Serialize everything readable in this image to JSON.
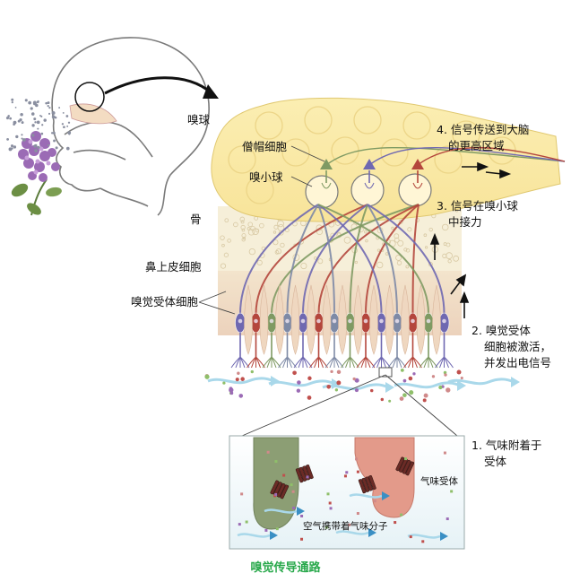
{
  "labels": {
    "olfactory_bulb": "嗅球",
    "mitral_cell": "僧帽细胞",
    "glomerulus": "嗅小球",
    "bone": "骨",
    "epithelium": "鼻上皮细胞",
    "receptor_cell": "嗅觉受体细胞",
    "step4_line1": "4. 信号传送到大脑",
    "step4_line2": "的更高区域",
    "step3_line1": "3. 信号在嗅小球",
    "step3_line2": "中接力",
    "step2_line1": "2. 嗅觉受体",
    "step2_line2": "细胞被激活，",
    "step2_line3": "并发出电信号",
    "step1_line1": "1. 气味附着于",
    "step1_line2": "受体",
    "odor_receptor": "气味受体",
    "air_odor": "空气携带着气味分子"
  },
  "caption": "嗅觉传导通路",
  "colors": {
    "bulb_fill": "#fbeeb2",
    "bone_fill": "#f6efd9",
    "tissue_fill": "#f1dcc6",
    "neuron_red": "#b4463c",
    "neuron_gray": "#7e8aa6",
    "neuron_purple": "#6f68b1",
    "neuron_green": "#7f9a63",
    "air_flow": "#a9d8ea",
    "caption_green": "#27a84a"
  }
}
